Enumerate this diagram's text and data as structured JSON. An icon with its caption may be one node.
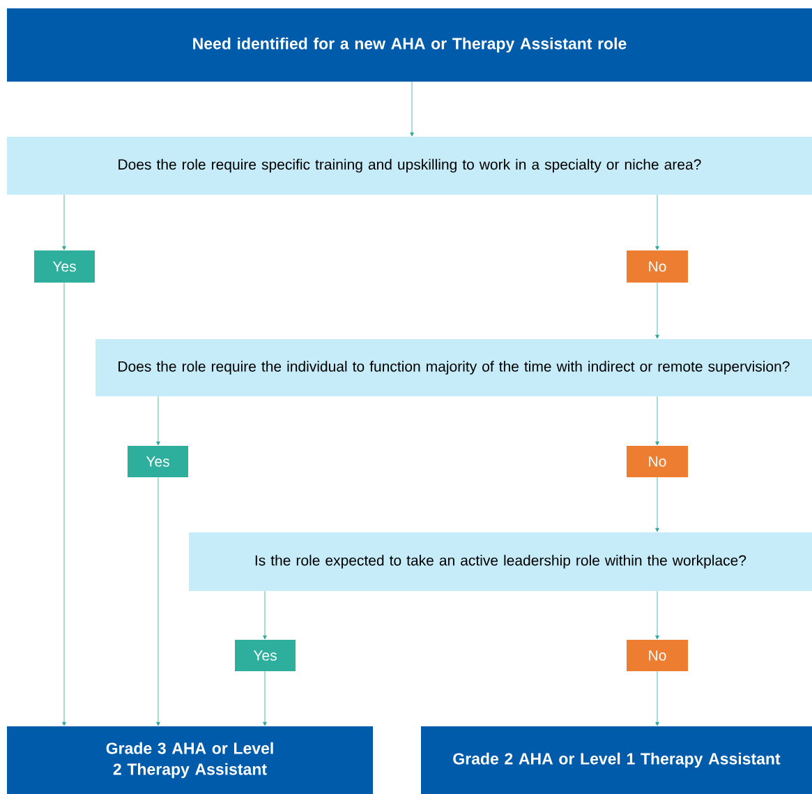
{
  "diagram": {
    "nodes": [
      {
        "text": [
          "Need identified for a new AHA or Therapy Assistant role"
        ]
      },
      {
        "text": [
          "Does the role require specific training and upskilling to work in a specialty or niche area?"
        ]
      },
      {
        "text": [
          "Yes"
        ]
      },
      {
        "text": [
          "No"
        ]
      },
      {
        "text": [
          "Does the role require the individual to function majority of the time with indirect or remote supervision?"
        ]
      },
      {
        "text": [
          "Yes"
        ]
      },
      {
        "text": [
          "No"
        ]
      },
      {
        "text": [
          "Is the role expected to take an active leadership role within the workplace?"
        ]
      },
      {
        "text": [
          "Yes"
        ]
      },
      {
        "text": [
          "No"
        ]
      },
      {
        "text": [
          "Grade 3 AHA or Level 2 Therapy Assistant"
        ]
      },
      {
        "text": [
          "Grade 2 AHA or Level 1 Therapy Assistant"
        ]
      }
    ],
    "edges": [
      {
        "from": 0,
        "to": 1,
        "arrow": "to"
      },
      {
        "from": 1,
        "to": 2,
        "arrow": "to"
      },
      {
        "from": 1,
        "to": 3,
        "arrow": "to"
      },
      {
        "from": 3,
        "to": 4,
        "arrow": "to"
      },
      {
        "from": 2,
        "to": 10,
        "arrow": "to"
      },
      {
        "from": 4,
        "to": 5,
        "arrow": "to"
      },
      {
        "from": 4,
        "to": 6,
        "arrow": "to"
      },
      {
        "from": 6,
        "to": 7,
        "arrow": "to"
      },
      {
        "from": 5,
        "to": 10,
        "arrow": "to"
      },
      {
        "from": 7,
        "to": 8,
        "arrow": "to"
      },
      {
        "from": 7,
        "to": 9,
        "arrow": "to"
      },
      {
        "from": 8,
        "to": 10,
        "arrow": "to"
      },
      {
        "from": 9,
        "to": 11,
        "arrow": "to"
      }
    ]
  }
}
